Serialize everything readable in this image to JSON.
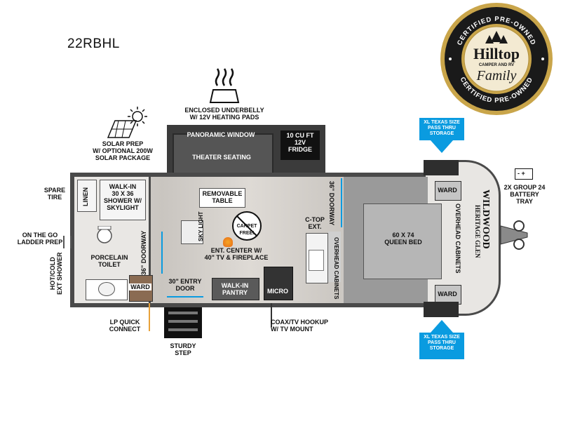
{
  "model": "22RBHL",
  "badge": {
    "top_arc": "CERTIFIED PRE-OWNED",
    "bottom_arc": "CERTIFIED PRE-OWNED",
    "brand": "Hilltop",
    "sub": "CAMPER AND RV",
    "script": "Family",
    "gold": "#c9a54a",
    "dark": "#1a1a1a"
  },
  "labels": {
    "solar": "SOLAR PREP\nW/ OPTIONAL 200W\nSOLAR PACKAGE",
    "underbelly": "ENCLOSED UNDERBELLY\nW/ 12V HEATING PADS",
    "panoramic": "PANORAMIC WINDOW",
    "theater": "THEATER SEATING",
    "fridge": "10 CU FT\n12V\nFRIDGE",
    "spare_tire": "SPARE\nTIRE",
    "linen": "LINEN",
    "shower": "WALK-IN\n30 X 36\nSHOWER W/\nSKYLIGHT",
    "table": "REMOVABLE\nTABLE",
    "doorway36a": "36\" DOORWAY",
    "carpet": "CARPET FREE!",
    "ctop": "C-TOP\nEXT.",
    "sky_light": "SKY LIGHT",
    "ladder": "ON THE GO\nLADDER PREP",
    "porcelain": "PORCELAIN\nTOILET",
    "doorway36b": "36\" DOORWAY",
    "ent_center": "ENT. CENTER W/\n40\" TV & FIREPLACE",
    "overhead_cab_mid": "OVERHEAD\nCABINETS",
    "hotcold": "HOT/COLD\nEXT SHOWER",
    "ward_bath": "WARD",
    "entry_door": "30\" ENTRY\nDOOR",
    "pantry": "WALK-IN\nPANTRY",
    "micro": "MICRO",
    "lp": "LP QUICK\nCONNECT",
    "sturdy": "STURDY\nSTEP",
    "coax": "COAX/TV HOOKUP\nW/ TV MOUNT",
    "storage_top": "XL TEXAS SIZE\nPASS THRU\nSTORAGE",
    "storage_bottom": "XL TEXAS SIZE\nPASS THRU\nSTORAGE",
    "ward_top": "WARD",
    "ward_bottom": "WARD",
    "bed": "60 X 74\nQUEEN BED",
    "overhead_cab_front": "OVERHEAD CABINETS",
    "battery": "2X GROUP 24\nBATTERY\nTRAY",
    "cap_brand": "WILDWOOD",
    "cap_sub": "HERITAGE GLEN",
    "accent_blue": "#0a9be0"
  }
}
